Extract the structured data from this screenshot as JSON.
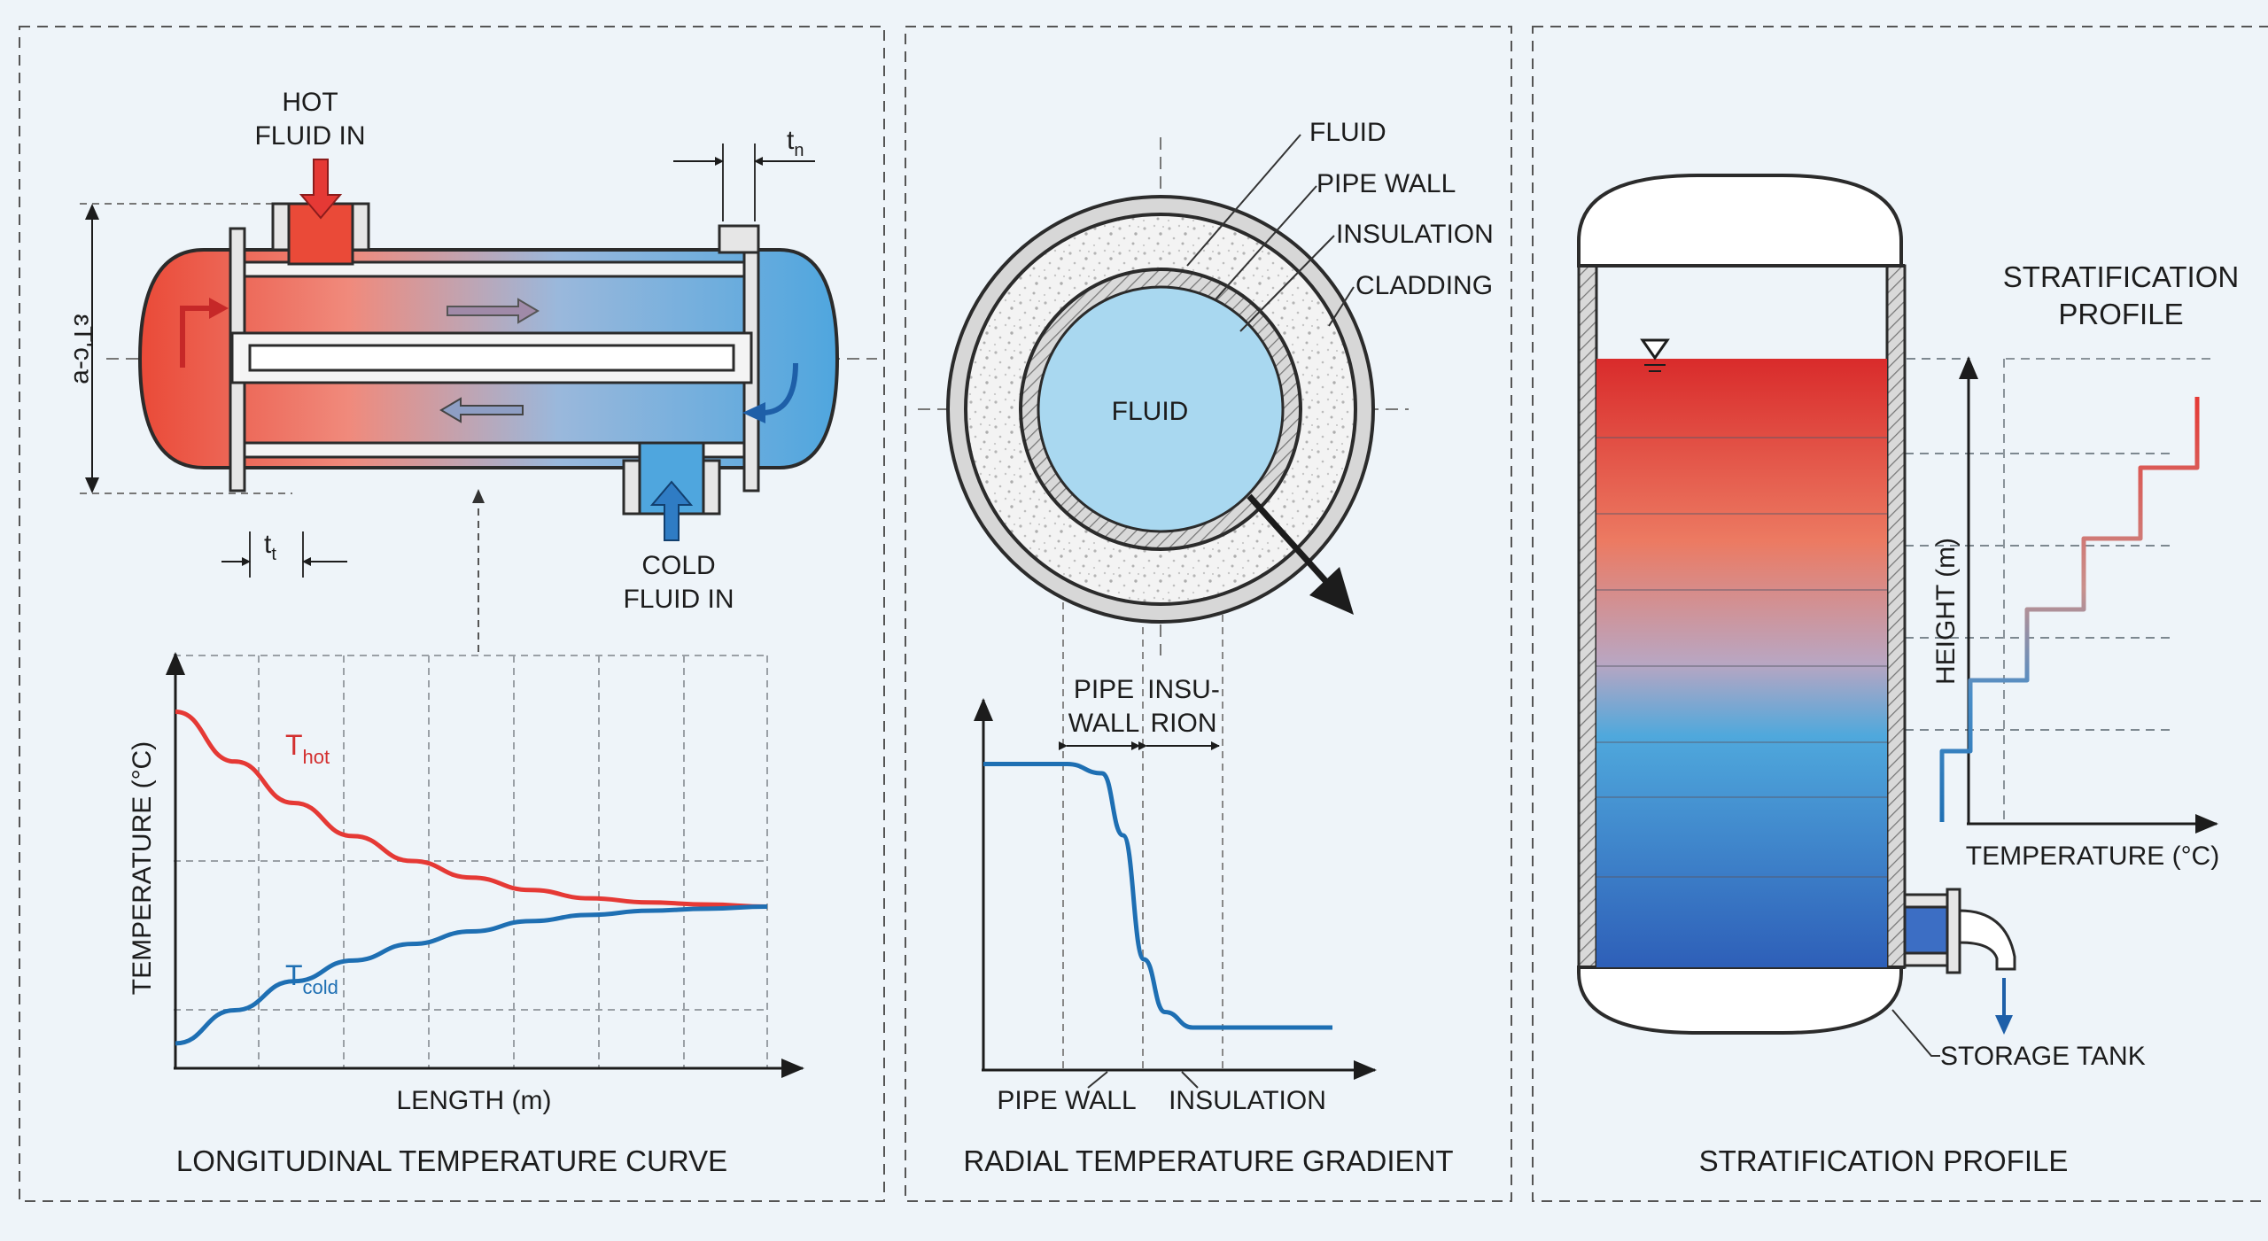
{
  "colors": {
    "hot": "#e53935",
    "cold": "#1e6fb3",
    "fluid_light": "#a9d8f0",
    "panel_bg": "#eef4f9",
    "line": "#2b2b2b"
  },
  "panel_left": {
    "hot_inlet": [
      "HOT",
      "FLUID IN"
    ],
    "cold_inlet": [
      "COLD",
      "FLUID IN"
    ],
    "dim_top": {
      "main": "t",
      "sub": "n"
    },
    "dim_bottom": {
      "main": "t",
      "sub": "t"
    },
    "dim_side": "ɛT'c-ɐ",
    "chart_title": "LONGITUDINAL TEMPERATURE CURVE",
    "hot_curve_label": {
      "main": "T",
      "sub": "hot"
    },
    "cold_curve_label": {
      "main": "T",
      "sub": "cold"
    },
    "chart_data": {
      "type": "line",
      "title": "LONGITUDINAL TEMPERATURE CURVE",
      "xlabel": "LENGTH (m)",
      "ylabel": "TEMPERATURE (°C)",
      "grid": true,
      "series": [
        {
          "name": "Thot",
          "x": [
            0,
            0.1,
            0.2,
            0.3,
            0.4,
            0.5,
            0.6,
            0.7,
            0.8,
            0.9,
            1.0
          ],
          "values": [
            0.86,
            0.74,
            0.64,
            0.56,
            0.5,
            0.46,
            0.43,
            0.41,
            0.4,
            0.395,
            0.39
          ]
        },
        {
          "name": "Tcold",
          "x": [
            0,
            0.1,
            0.2,
            0.3,
            0.4,
            0.5,
            0.6,
            0.7,
            0.8,
            0.9,
            1.0
          ],
          "values": [
            0.06,
            0.14,
            0.21,
            0.26,
            0.3,
            0.33,
            0.355,
            0.37,
            0.38,
            0.385,
            0.39
          ]
        }
      ]
    }
  },
  "panel_mid": {
    "layers": [
      "FLUID",
      "PIPE WALL",
      "INSULATION",
      "CLADDING"
    ],
    "center_label": "FLUID",
    "chart_title": "RADIAL TEMPERATURE GRADIENT",
    "dim_pipe_wall": [
      "PIPE",
      "WALL"
    ],
    "dim_insulation": [
      "INSU-",
      "RION"
    ],
    "bottom_labels": [
      "PIPE WALL",
      "INSULATION"
    ],
    "chart_data": {
      "type": "line",
      "title": "RADIAL TEMPERATURE GRADIENT",
      "xlabel": "",
      "ylabel": "",
      "grid": false,
      "series": [
        {
          "x": [
            0,
            0.24,
            0.34,
            0.4,
            0.46,
            0.52,
            0.6,
            1.0
          ],
          "values": [
            0.85,
            0.85,
            0.82,
            0.62,
            0.22,
            0.05,
            0.0,
            0.0
          ]
        }
      ]
    }
  },
  "panel_right": {
    "profile_title": [
      "STRATIFICATION",
      "PROFILE"
    ],
    "tank_label": "STORAGE TANK",
    "chart_title": "STRATIFICATION PROFILE",
    "chart_data": {
      "type": "line",
      "title": "STRATIFICATION PROFILE",
      "xlabel": "TEMPERATURE (°C)",
      "ylabel": "HEIGHT (m)",
      "grid": true,
      "series": [
        {
          "x": [
            0.1,
            0.1,
            0.2,
            0.2,
            0.4,
            0.4,
            0.6,
            0.6,
            0.8,
            0.8,
            1.0,
            1.0
          ],
          "values": [
            0.0,
            0.2,
            0.2,
            0.4,
            0.4,
            0.6,
            0.6,
            0.8,
            0.8,
            1.0,
            1.0,
            1.2
          ]
        }
      ]
    }
  }
}
